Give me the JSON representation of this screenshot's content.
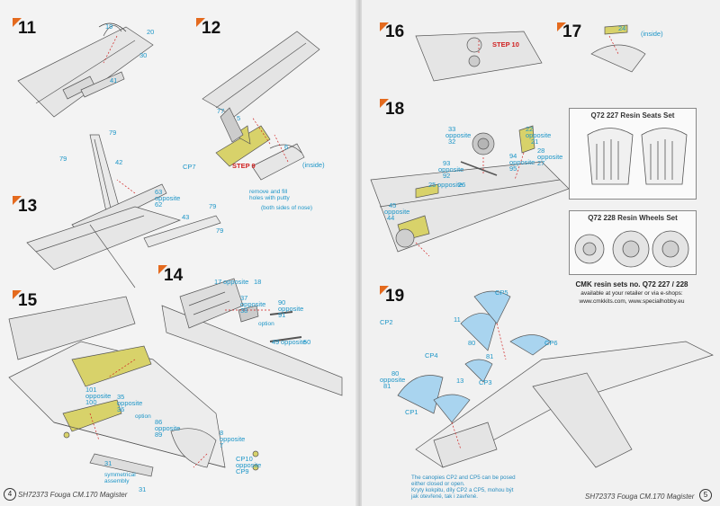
{
  "left_page": {
    "steps": [
      "11",
      "12",
      "13",
      "14",
      "15"
    ],
    "labels": {
      "s11": [
        "19",
        "20",
        "30",
        "41"
      ],
      "s12": [
        "77",
        "5",
        "CP7",
        "6",
        "(inside)",
        "remove and fill",
        "holes with putty",
        "(both sides of nose)",
        "STEP 9"
      ],
      "s12_tail": [
        "79",
        "79",
        "42",
        "63",
        "opposite",
        "62"
      ],
      "s13": [
        "43",
        "79",
        "79"
      ],
      "s14": [
        "17",
        "opposite",
        "18",
        "37",
        "opposite",
        "38",
        "90",
        "opposite",
        "91",
        "option",
        "49",
        "opposite",
        "50"
      ],
      "s15": [
        "101",
        "opposite",
        "100",
        "35",
        "opposite",
        "36",
        "option",
        "86",
        "opposite",
        "89",
        "8",
        "opposite",
        "7",
        "CP10",
        "opposite",
        "CP9",
        "31",
        "symmetrical",
        "assembly",
        "31"
      ]
    },
    "footer": "SH72373 Fouga CM.170 Magister",
    "page_number": "4"
  },
  "right_page": {
    "steps": [
      "16",
      "17",
      "18",
      "19"
    ],
    "labels": {
      "s16": [
        "STEP 10"
      ],
      "s17": [
        "24",
        "(inside)"
      ],
      "s18": [
        "33",
        "opposite",
        "32",
        "22",
        "opposite",
        "21",
        "28",
        "opposite",
        "27",
        "93",
        "opposite",
        "92",
        "94",
        "opposite",
        "95",
        "25",
        "opposite",
        "26",
        "45",
        "opposite",
        "44"
      ],
      "s19": [
        "CP5",
        "CP2",
        "11",
        "CP6",
        "80",
        "81",
        "CP4",
        "80",
        "opposite",
        "81",
        "13",
        "CP3",
        "CP1"
      ]
    },
    "promo": {
      "seats_title": "Q72 227 Resin Seats Set",
      "wheels_title": "Q72 228 Resin Wheels Set",
      "cmk_line": "CMK resin sets no. Q72 227 / 228",
      "avail_line": "available at your retailer or via e-shops:",
      "urls": "www.cmkkits.com, www.specialhobby.eu"
    },
    "note": {
      "en1": "The canopies CP2 and CP5 can be posed",
      "en2": "either closed or open.",
      "cz1": "Kryty kokpitu, díly CP2 a CP5, mohou být",
      "cz2": "jak otevřené, tak i zavřené."
    },
    "footer": "SH72373 Fouga CM.170 Magister",
    "page_number": "5"
  },
  "colors": {
    "accent": "#e46a1e",
    "label_blue": "#1d96c8",
    "part_yellow": "#d8d26a",
    "arrow_red": "#d02020",
    "canopy_blue": "#a9d4ef"
  }
}
